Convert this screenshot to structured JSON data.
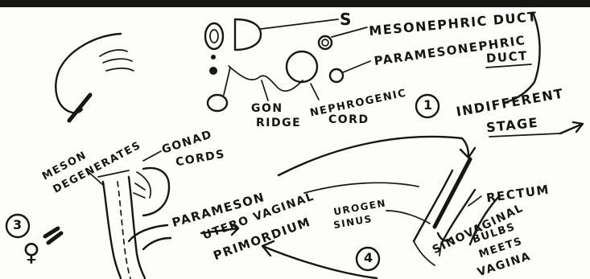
{
  "labels": {
    "s": "S",
    "mesonephric_duct": "MESONEPHRIC DUCT",
    "paramesonephric_duct_1": "PARAMESONEPHRIC",
    "paramesonephric_duct_2": "DUCT",
    "gon_ridge_1": "GON",
    "gon_ridge_2": "RIDGE",
    "nephrogenic_cord_1": "NEPHROGENIC",
    "nephrogenic_cord_2": "CORD",
    "indifferent_stage_1": "INDIFFERENT",
    "indifferent_stage_2": "STAGE",
    "meson_degenerates_1": "MESON",
    "meson_degenerates_2": "DEGENERATES",
    "gonad_cords_1": "GONAD",
    "gonad_cords_2": "CORDS",
    "paramesonephric_short": "PARAMESON",
    "uterovaginal_1": "UTERO VAGINAL",
    "uterovaginal_2": "PRIMORDIUM",
    "urogenital_1": "UROGEN",
    "urogenital_2": "SINUS",
    "rectum": "RECTUM",
    "sinovaginal_1": "SINOVAGINAL",
    "sinovaginal_2": "BULBS",
    "sinovaginal_3": "MEETS",
    "sinovaginal_4": "VAGINA"
  },
  "step_numbers": {
    "one": "1",
    "three": "3",
    "four": "4"
  },
  "female_symbol": "♀"
}
